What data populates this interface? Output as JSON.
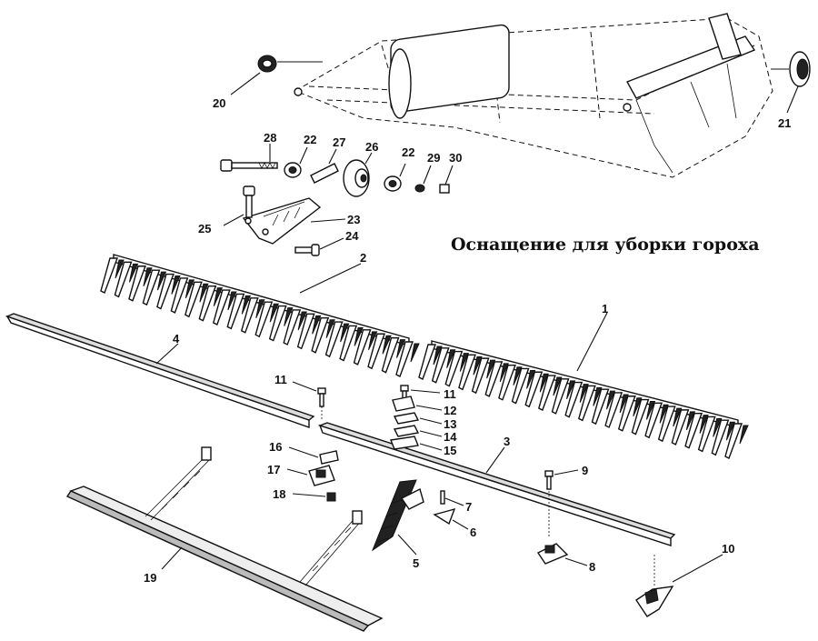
{
  "title": "Оснащение для уборки гороха",
  "labels": {
    "p1": "1",
    "p2": "2",
    "p3": "3",
    "p4": "4",
    "p5": "5",
    "p6": "6",
    "p7": "7",
    "p8": "8",
    "p9": "9",
    "p10": "10",
    "p11a": "11",
    "p11b": "11",
    "p12": "12",
    "p13": "13",
    "p14": "14",
    "p15": "15",
    "p16": "16",
    "p17": "17",
    "p18": "18",
    "p19": "19",
    "p20": "20",
    "p21": "21",
    "p22a": "22",
    "p22b": "22",
    "p23": "23",
    "p24": "24",
    "p25": "25",
    "p26": "26",
    "p27": "27",
    "p28": "28",
    "p29": "29",
    "p30": "30"
  }
}
